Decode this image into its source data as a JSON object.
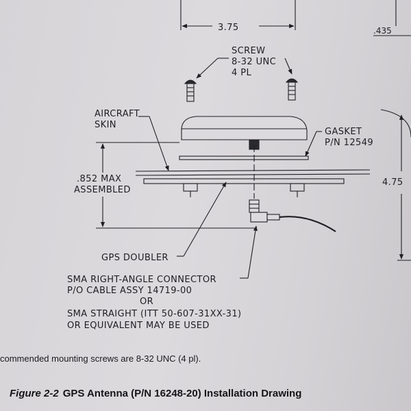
{
  "dimensions": {
    "width_top": "3.75",
    "top_right": ".435",
    "height_right": "4.75",
    "max_assembled_line1": ".852 MAX",
    "max_assembled_line2": "ASSEMBLED"
  },
  "labels": {
    "screw_line1": "SCREW",
    "screw_line2": "8-32 UNC",
    "screw_line3": "4 PL",
    "aircraft_skin_line1": "AIRCRAFT",
    "aircraft_skin_line2": "SKIN",
    "gasket_line1": "GASKET",
    "gasket_line2": "P/N 12549",
    "gps_doubler": "GPS DOUBLER",
    "connector_line1": "SMA RIGHT-ANGLE CONNECTOR",
    "connector_line2": "P/O CABLE ASSY 14719-00",
    "connector_line3": "OR",
    "connector_line4": "SMA STRAIGHT (ITT 50-607-31XX-31)",
    "connector_line5": "OR EQUIVALENT MAY BE USED"
  },
  "note": "commended mounting screws are 8-32 UNC (4 pl).",
  "caption": {
    "figure": "Figure 2-2",
    "title": "GPS Antenna (P/N 16248-20) Installation Drawing"
  },
  "colors": {
    "ink": "#1e1e22",
    "paper": "#d8d6d9"
  }
}
